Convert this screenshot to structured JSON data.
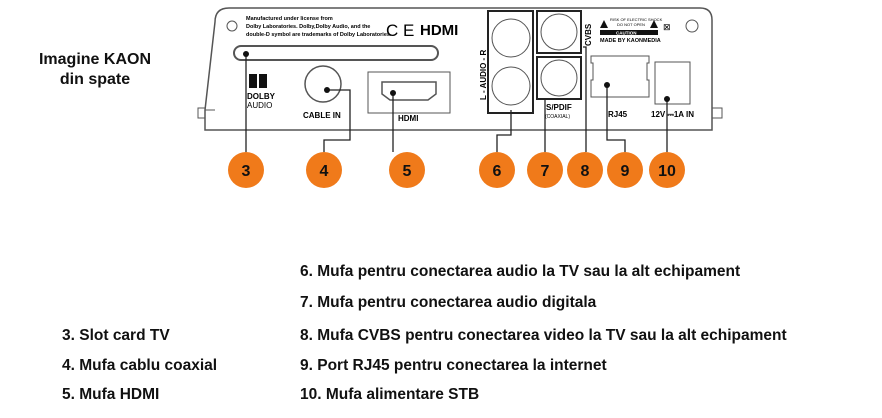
{
  "title_line1": "Imagine KAON",
  "title_line2": "din spate",
  "device": {
    "license_lines": [
      "Manufactured under license from",
      "Dolby Laboratories. Dolby,Dolby Audio, and the",
      "double-D symbol are trademarks of Dolby Laboratories."
    ],
    "ce": "C E",
    "hdmi_logo": "HDMI",
    "dolby": "DOLBY",
    "audio": "AUDIO",
    "cable_in": "CABLE IN",
    "hdmi_port": "HDMI",
    "audio_lr": "L - AUDIO - R",
    "cvbs": "CVBS",
    "spdif": "S/PDIF",
    "coaxial": "(COAXIAL)",
    "warning1": "RISK OF ELECTRIC SHOCK",
    "warning2": "DO NOT OPEN",
    "caution": "CAUTION",
    "made_by": "MADE BY KAONMEDIA",
    "rj45": "RJ45",
    "power": "12V ⎓1A IN"
  },
  "markers": [
    "3",
    "4",
    "5",
    "6",
    "7",
    "8",
    "9",
    "10"
  ],
  "colors": {
    "marker": "#F07A1A"
  },
  "legend": [
    "3. Slot card TV",
    "4. Mufa cablu coaxial",
    "5. Mufa HDMI",
    "6. Mufa pentru conectarea audio la TV sau la alt echipament",
    "7. Mufa pentru conectarea audio digitala",
    "8. Mufa CVBS pentru conectarea video la TV sau la alt echipament",
    "9. Port RJ45 pentru conectarea la internet",
    "10. Mufa alimentare STB"
  ]
}
